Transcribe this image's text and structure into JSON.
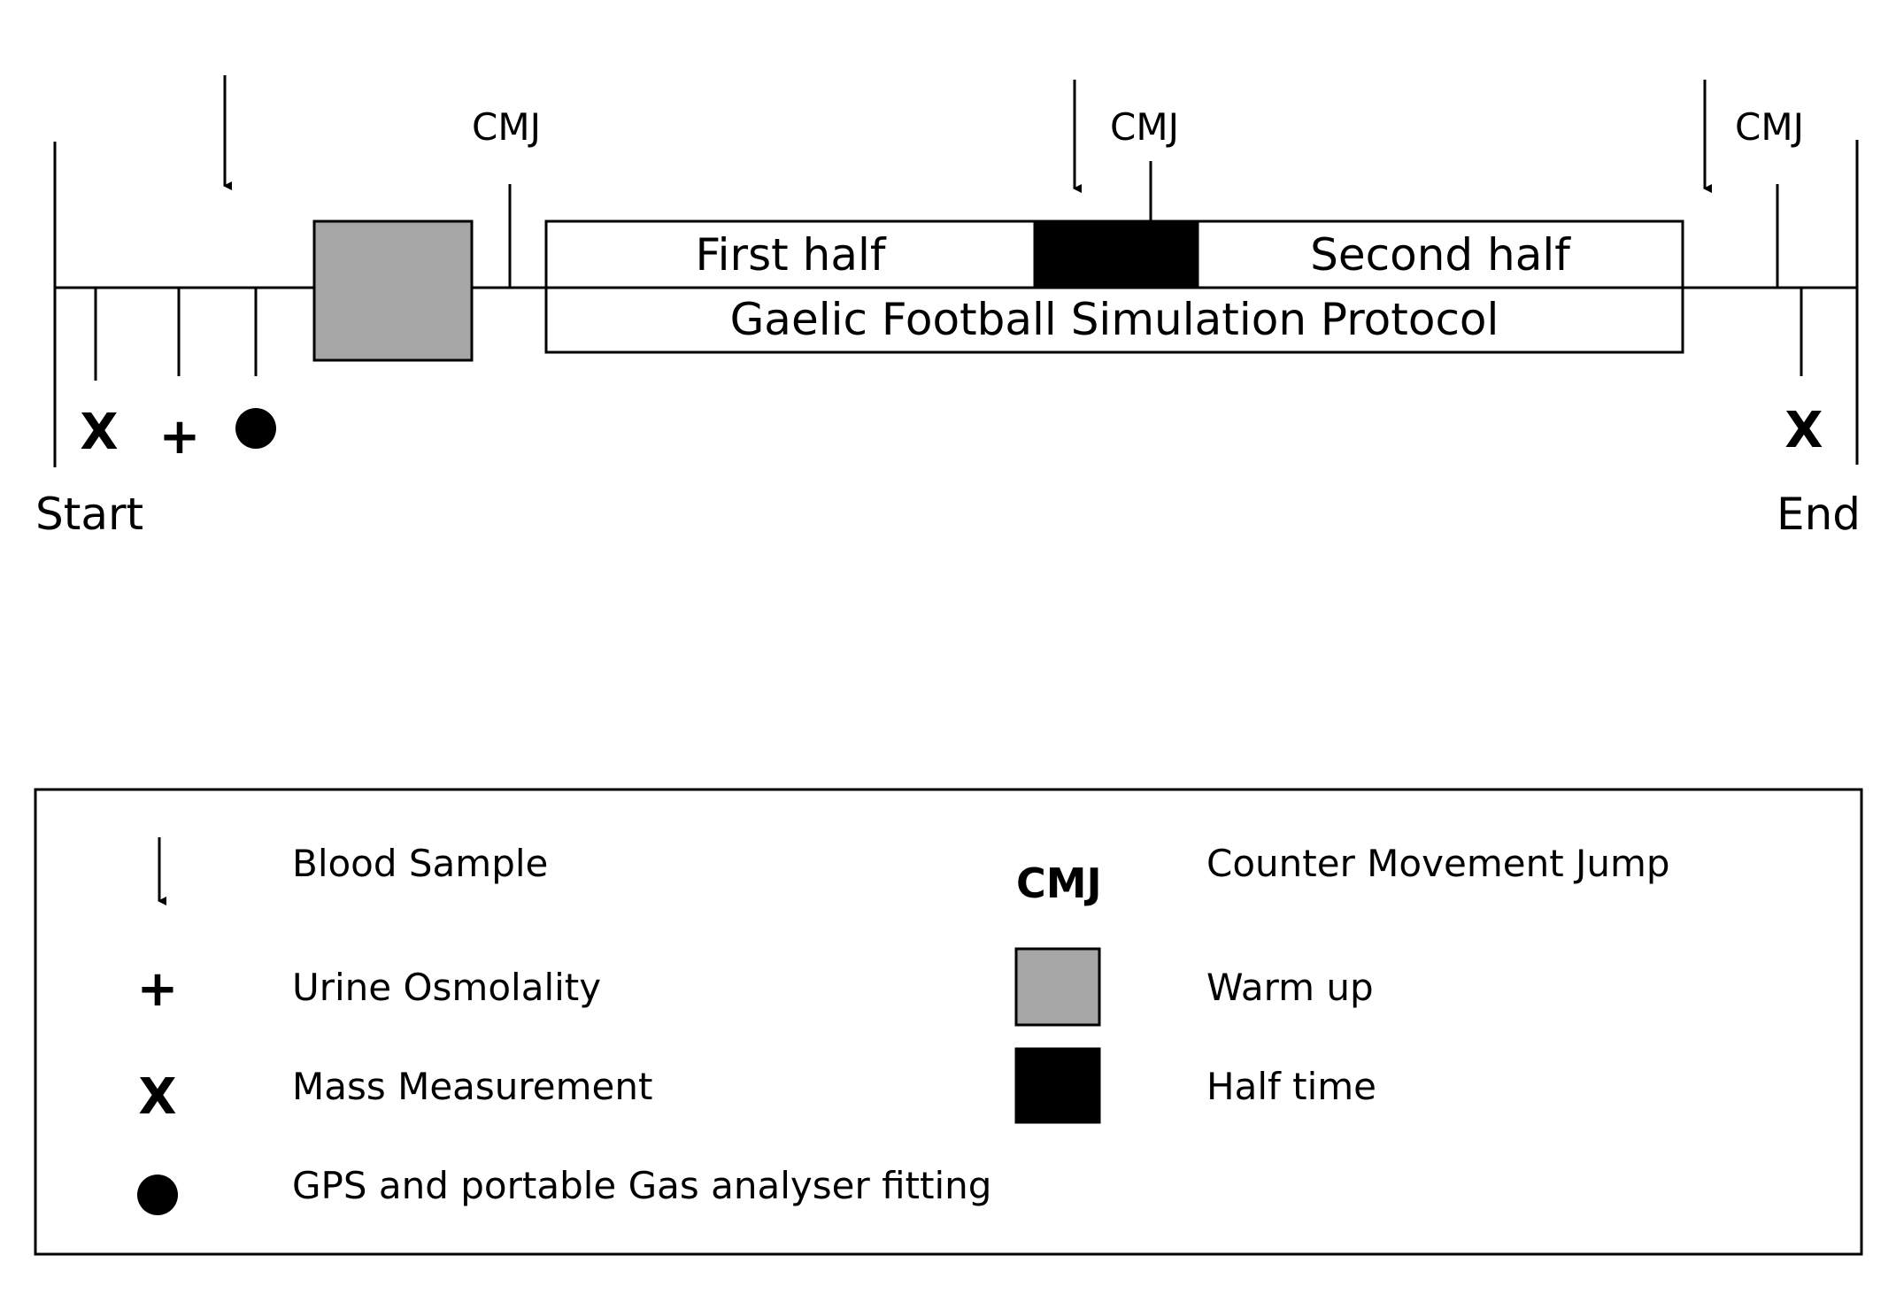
{
  "timeline": {
    "start_label": "Start",
    "end_label": "End",
    "cmj_labels": [
      "CMJ",
      "CMJ",
      "CMJ"
    ],
    "first_half_label": "First half",
    "second_half_label": "Second half",
    "protocol_label": "Gaelic Football Simulation Protocol",
    "symbols": {
      "mass": "X",
      "urine": "+",
      "end_mass": "X"
    }
  },
  "legend": {
    "items": [
      {
        "symbol": "↓",
        "label": "Blood Sample"
      },
      {
        "symbol": "+",
        "label": "Urine Osmolality"
      },
      {
        "symbol": "X",
        "label": "Mass Measurement"
      },
      {
        "symbol": "●",
        "label": "GPS and portable Gas analyser fitting"
      },
      {
        "symbol": "CMJ",
        "label": "Counter Movement Jump"
      },
      {
        "symbol": "grey-square",
        "label": "Warm up"
      },
      {
        "symbol": "black-square",
        "label": "Half time"
      }
    ]
  },
  "colors": {
    "warm_up": "#a6a6a6",
    "half_time": "#000000",
    "line": "#000000"
  }
}
